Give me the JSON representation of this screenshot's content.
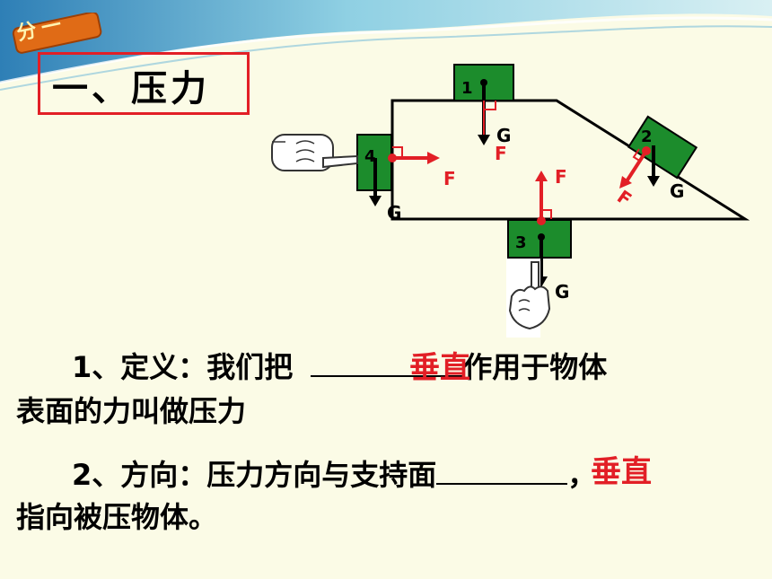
{
  "header": {
    "badge_text": "分一",
    "colors": {
      "wave_dark": "#3f8ec2",
      "wave_light": "#bfe3ef",
      "badge": "#e06b16"
    }
  },
  "title": {
    "text": "一、压力"
  },
  "diagram": {
    "blocks": [
      {
        "number": "1",
        "force_label": "F",
        "gravity_label": "G"
      },
      {
        "number": "2",
        "force_label": "F",
        "gravity_label": "G"
      },
      {
        "number": "3",
        "force_label": "F",
        "gravity_label": "G"
      },
      {
        "number": "4",
        "force_label": "F",
        "gravity_label": "G"
      }
    ],
    "icons": [
      "pointing-hand-icon",
      "fist-pushing-up-icon"
    ],
    "colors": {
      "block": "#1c8c2c",
      "force": "#e21f26",
      "gravity": "#000000"
    }
  },
  "definition": {
    "prefix": "1、定义：我们把",
    "answer": "垂直",
    "suffix": "作用于物体",
    "line2": "表面的力叫做压力"
  },
  "direction": {
    "prefix": "2、方向：压力方向与支持面",
    "answer": "垂直",
    "suffix": "，",
    "line2": "指向被压物体。"
  }
}
